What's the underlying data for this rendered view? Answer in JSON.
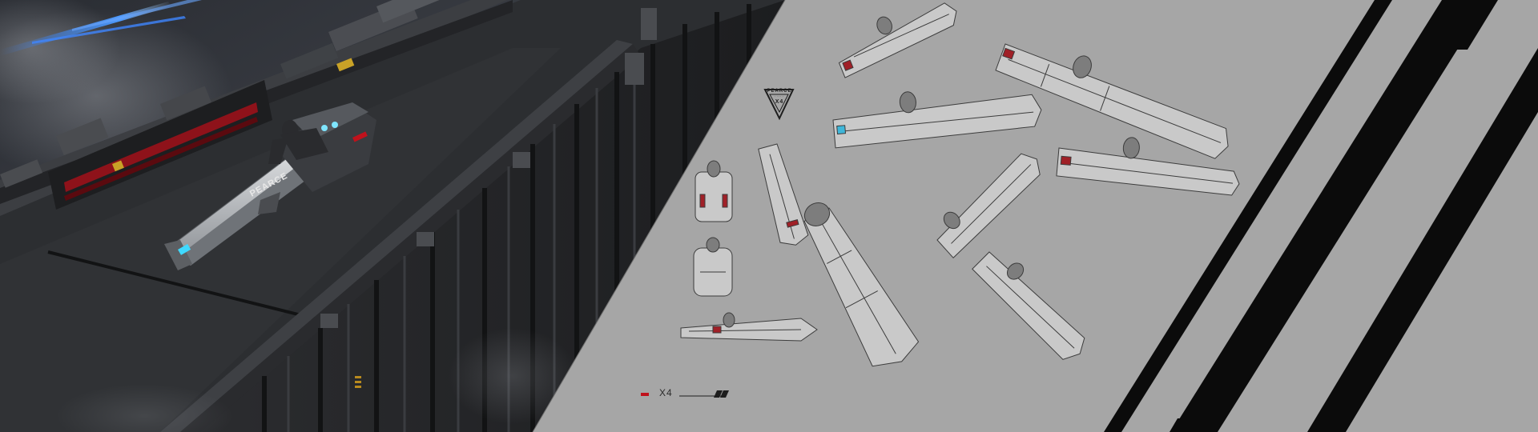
{
  "render": {
    "hull_marking": "PEARCE"
  },
  "sheet": {
    "emblem_brand": "PEARCE",
    "emblem_sub": "·····",
    "emblem_model": "X4",
    "footer_label": "X4"
  },
  "colors": {
    "concept_bg": "#a6a6a6",
    "stripe": "#0b0b0b",
    "scene_dark": "#1a1b1d",
    "accent_red": "#c0121c",
    "accent_blue": "#2f7dff",
    "light_cyan": "#7fe6ff"
  }
}
